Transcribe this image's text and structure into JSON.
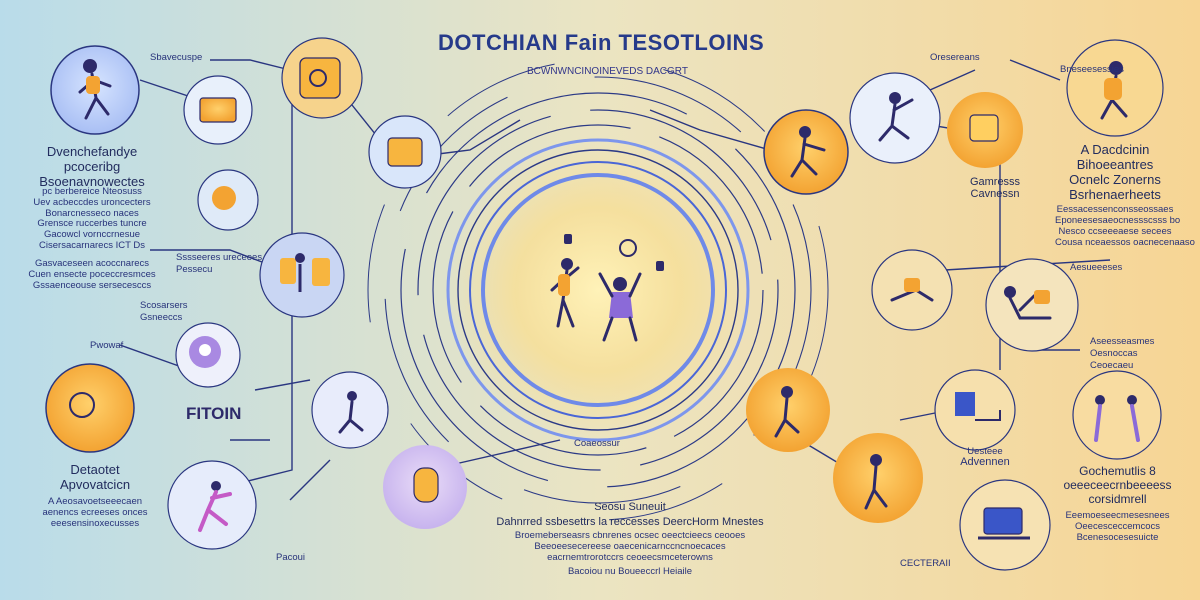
{
  "title": "DOTCHIAN Fain TESOTLOINS",
  "subtitle": "BCWNWNCINOINEVEDS DACGRT",
  "labels": {
    "top_left_arrow": "Sbavecuspe",
    "left_heading": [
      "Dvenchefandye",
      "pcoceribg",
      "Bsoenavnowectes"
    ],
    "left_line_a": "pc berbereice Nteosuss",
    "left_line_b": "Uev acbeccdes uroncecters",
    "left_line_c": "Bonarcnesseco naces",
    "left_line_d": "Grensce ruccerbes tuncre",
    "left_line_e": "Gacowcl vornccrnesue",
    "left_line_f": "Cisersacarnarecs ICT Ds",
    "left_line_g": "Gasvaceseen acoccnarecs",
    "left_line_h": "Cuen ensecte poceccresmces",
    "left_line_i": "Gssaenceouse sersecesccs",
    "mid_left_a": "Sssseeres ureceees",
    "mid_left_b": "Pessecu",
    "mid_left_c": "Scosarsers",
    "mid_left_d": "Gsneeccs",
    "left_side_label": "Pwowaf",
    "fitoin": "FITOIN",
    "bottom_left_heading": [
      "Detaotet",
      "Apvovatcicn"
    ],
    "bottom_left_a": "A Aeosavoetseeecaen",
    "bottom_left_b": "aenencs ecreeses onces",
    "bottom_left_c": "eeesensinoxecusses",
    "bottom_left_small": "Pacoui",
    "center_label": "Coaeossur",
    "center_heading_a": "Seosu Suneuit",
    "center_heading_b": "Dahnrred ssbesettrs la reccesses DeercHorm Mnestes",
    "center_line_a": "Broemeberseasrs cbnrenes ocsec oeectcieecs ceooes",
    "center_line_b": "Beeoeesecereese oaecenicarnccncnoecaces",
    "center_line_c": "eacrnemtrorotccrs ceoeecsmceterowns",
    "center_bottom": "Bacoiou nu Boueeccrl Heiaile",
    "right_heading": [
      "A Dacdcinin",
      "Bihoeeantres",
      "Ocnelc Zonerns",
      "Bsrhenaerheets"
    ],
    "right_line_a": "Eessacessenconsseossaes",
    "right_line_b": "Eponeesesaeocnessscsss bo",
    "right_line_c": "Nesco ccseeeaese secees",
    "right_line_d": "Cousa nceaessos oacnecenaaso",
    "mid_right_a": "Gamresss",
    "mid_right_b": "Cavnessn",
    "right_small_a": "Aesueeeses",
    "right_small_b": "Aseesseasmes",
    "right_small_c": "Oesnoccas",
    "right_small_d": "Ceoecaeu",
    "right_mid_label_a": "Uesteee",
    "right_mid_label_b": "Advennen",
    "right_bottom_heading": [
      "Gochemutlis 8",
      "oeeeceecrnbeeeess",
      "corsidmrell"
    ],
    "right_bottom_a": "Eeemoeseecmesesnees",
    "right_bottom_b": "Oeecesceccemcocs",
    "right_bottom_c": "Bcenesocesesuicte",
    "right_bottom_small": "CECTERAII",
    "right_top_arrow_a": "Oresereans",
    "right_top_arrow_b": "Bneseesessies"
  },
  "colors": {
    "bg_left": "#b7dbe8",
    "bg_mid": "#e9e3bf",
    "bg_right": "#f6d596",
    "navy": "#26307a",
    "ring_blue": "#5f7be0",
    "orange": "#f4a52a",
    "purple": "#8b6ad8"
  },
  "icons": [
    "runner-icon",
    "folder-icon",
    "card-icon",
    "tablet-icon",
    "globe-icon",
    "family-icon",
    "user-icon",
    "stretching-woman-icon",
    "athlete-icon",
    "dumbbell-icon",
    "seated-person-icon",
    "yoga-icon",
    "stretch-icon",
    "hiker-icon",
    "stairs-icon",
    "laptop-icon"
  ]
}
